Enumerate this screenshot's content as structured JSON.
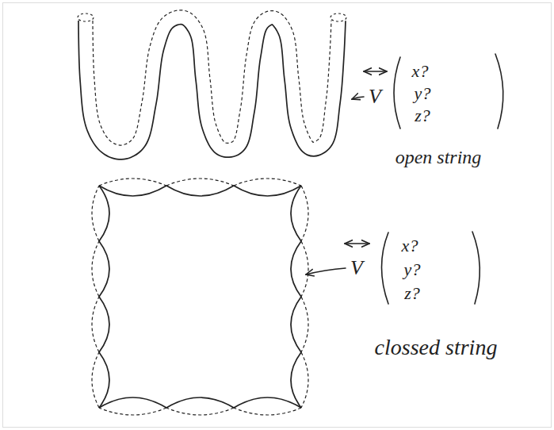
{
  "diagram": {
    "labels": [
      "V",
      "x?",
      "y?",
      "z?",
      "open string",
      "V",
      "x?",
      "y?",
      "z?",
      "clossed string"
    ]
  }
}
